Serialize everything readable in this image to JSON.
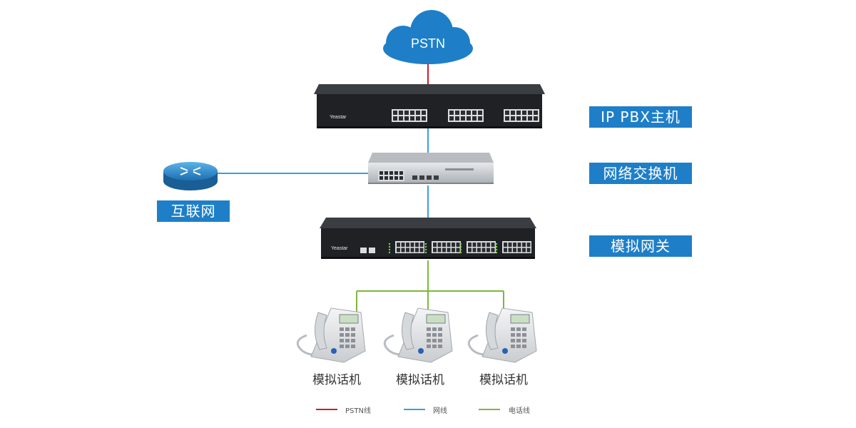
{
  "colors": {
    "pstn_line": "#c8202a",
    "network_line": "#3aa0d8",
    "phone_line": "#7cb83a",
    "cloud": "#1e7fc8",
    "label_bg": "#1e7fc8"
  },
  "cloud": {
    "label": "PSTN",
    "icon": "cloud-icon"
  },
  "devices": {
    "pbx": {
      "brand": "Yeastar",
      "label": "IP PBX主机"
    },
    "switch": {
      "label": "网络交换机"
    },
    "gateway": {
      "brand": "Yeastar",
      "label": "模拟网关"
    }
  },
  "internet": {
    "label": "互联网",
    "icon": "router-icon"
  },
  "phones": [
    {
      "label": "模拟话机"
    },
    {
      "label": "模拟话机"
    },
    {
      "label": "模拟话机"
    }
  ],
  "legend": [
    {
      "label": "PSTN线"
    },
    {
      "label": "网线"
    },
    {
      "label": "电话线"
    }
  ]
}
